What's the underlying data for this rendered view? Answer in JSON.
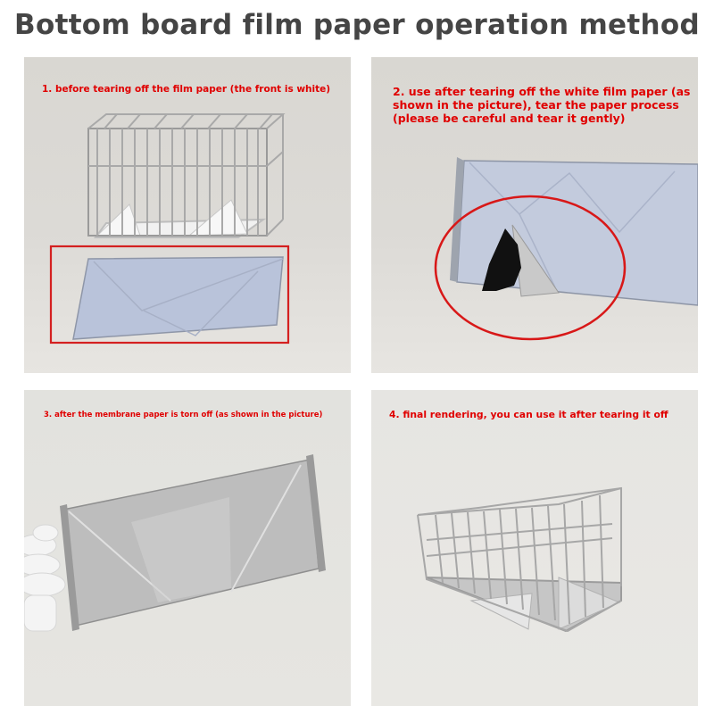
{
  "header": {
    "title": "Bottom board film paper operation method"
  },
  "steps": [
    {
      "caption": "1. before tearing off the film paper (the front is white)"
    },
    {
      "caption": "2. use after tearing off the white film paper (as shown in the picture), tear the paper process (please be careful and tear it gently)"
    },
    {
      "caption": "3. after the membrane paper is torn off (as shown in the picture)"
    },
    {
      "caption": "4. final rendering, you can use it after tearing it off"
    }
  ],
  "colors": {
    "caption": "#e00000",
    "title": "#454545",
    "highlight_box": "#d42020",
    "highlight_ellipse": "#d81818"
  }
}
